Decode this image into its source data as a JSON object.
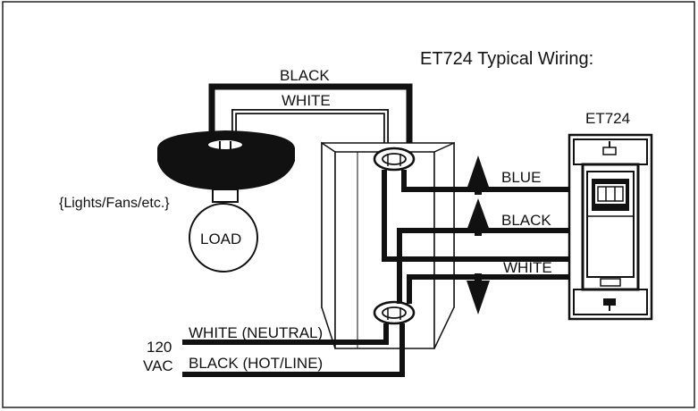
{
  "title": "ET724 Typical Wiring:",
  "device_label": "ET724",
  "load": {
    "caption": "{Lights/Fans/etc.}",
    "label": "LOAD"
  },
  "wires_top": {
    "black": "BLACK",
    "white": "WHITE"
  },
  "device_wires": {
    "blue": "BLUE",
    "black": "BLACK",
    "white": "WHITE"
  },
  "supply": {
    "neutral": "WHITE (NEUTRAL)",
    "hot": "BLACK (HOT/LINE)",
    "voltage_line1": "120",
    "voltage_line2": "VAC"
  },
  "colors": {
    "ink": "#111111",
    "background": "#ffffff"
  }
}
